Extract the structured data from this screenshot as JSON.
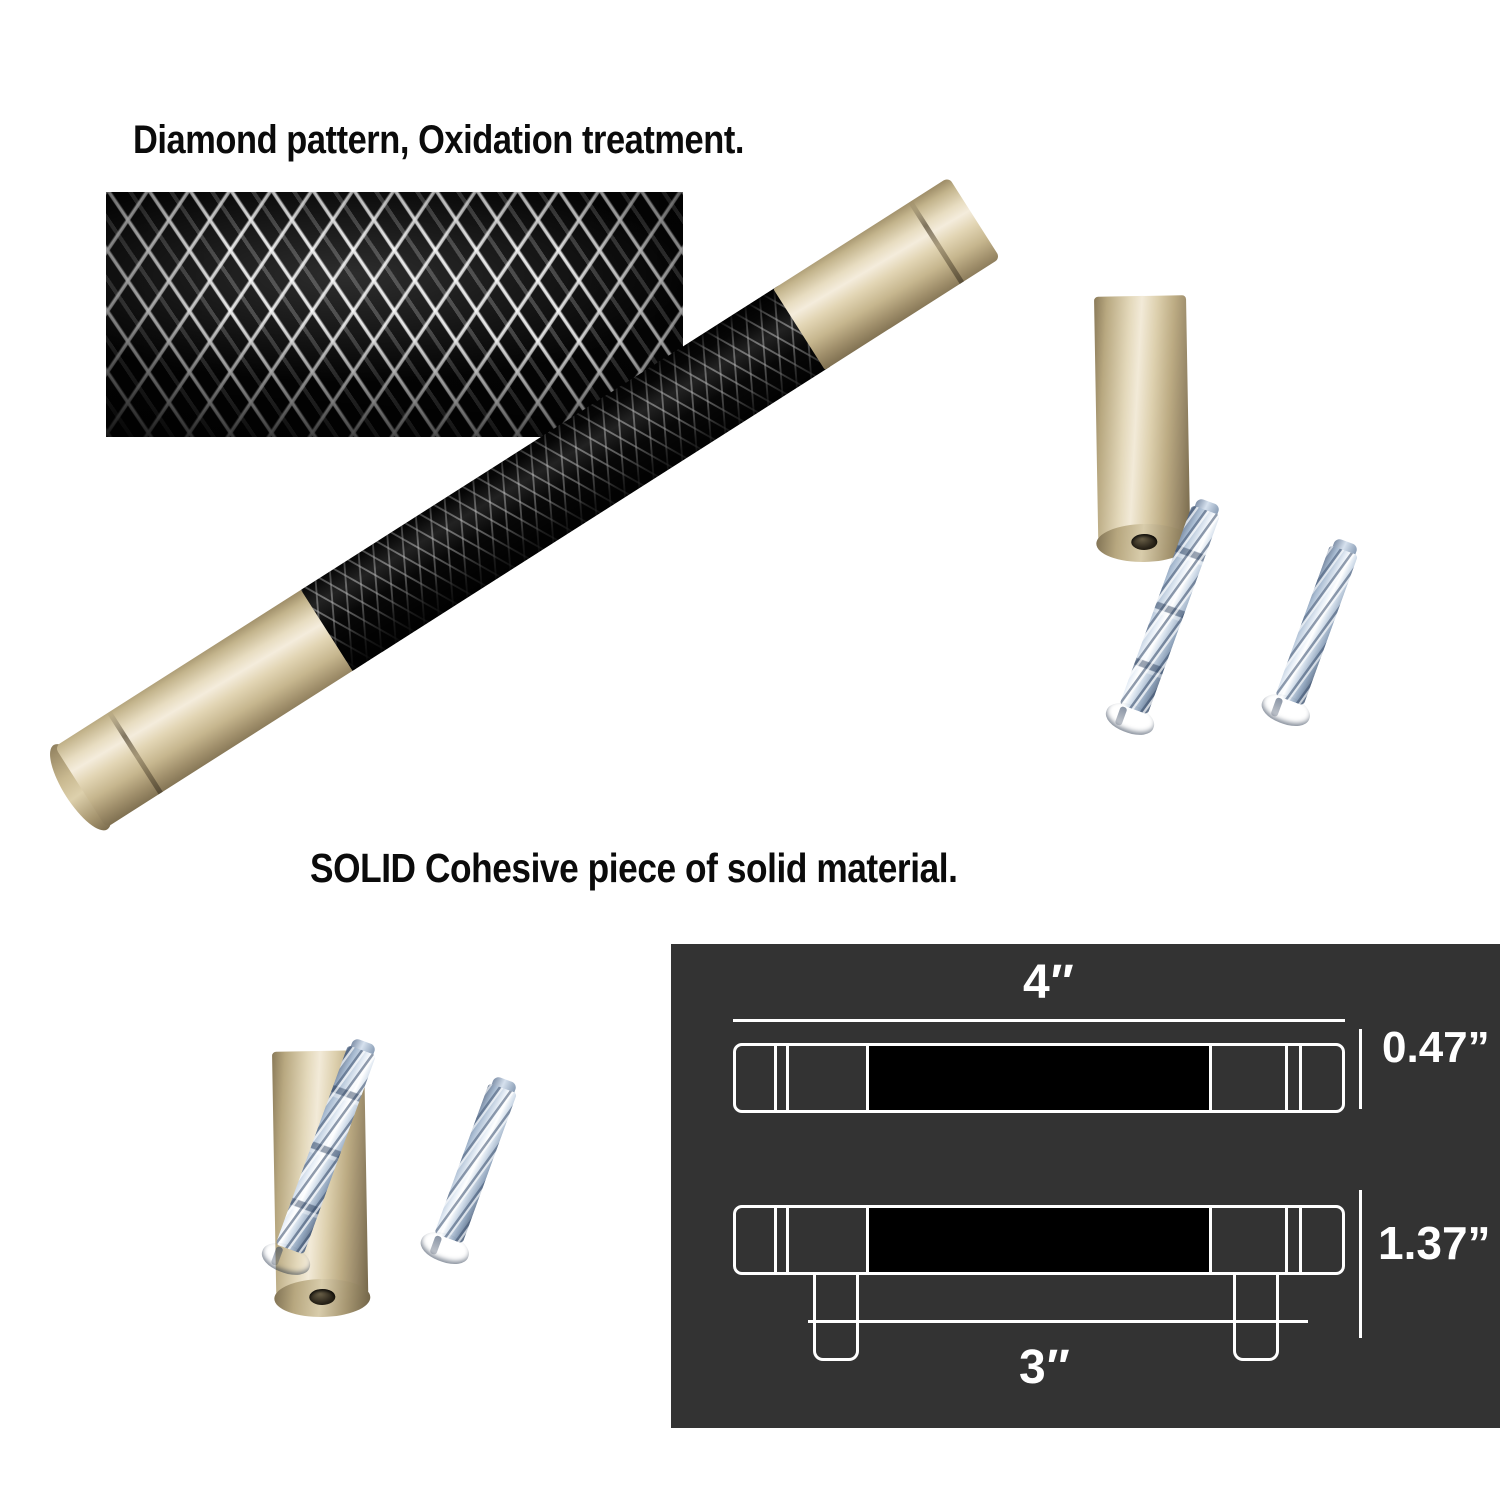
{
  "product": {
    "name": "knurled-t-bar-cabinet-pull",
    "finish_colors": {
      "brass_gold": "#d8cba6",
      "brass_highlight": "#f4ecdc",
      "brass_shadow": "#7e6f50",
      "knurled_black": "#090909",
      "screw_zinc": "#c9d7e6",
      "panel_background": "#333333",
      "panel_line": "#ffffff",
      "text_black": "#0b0b0b"
    }
  },
  "headings": {
    "texture": "Diamond pattern, Oxidation treatment.",
    "solid": "SOLID  Cohesive piece of solid material."
  },
  "texture_inset": {
    "caption_ref": "Diamond pattern, Oxidation treatment.",
    "description": "diamond-knurled-black-surface-macro"
  },
  "handle": {
    "parts": [
      "gold-end-cap-left",
      "gold-shaft-left",
      "black-knurled-grip",
      "gold-shaft-right",
      "gold-end-cap-right",
      "gold-mounting-post-top",
      "gold-mounting-post-bottom"
    ]
  },
  "screws": {
    "groups": [
      {
        "name": "screw-pair-top-right",
        "items": [
          {
            "name": "long-breakaway-screw",
            "type": "segmented-machine-screw"
          },
          {
            "name": "short-machine-screw",
            "type": "machine-screw"
          }
        ]
      },
      {
        "name": "screw-pair-bottom-left",
        "items": [
          {
            "name": "long-breakaway-screw",
            "type": "segmented-machine-screw"
          },
          {
            "name": "short-machine-screw",
            "type": "machine-screw"
          }
        ]
      }
    ]
  },
  "dimension_panel": {
    "background": "#333333",
    "views": [
      {
        "name": "front-view",
        "label": "top-profile"
      },
      {
        "name": "side-view",
        "label": "side-profile-with-posts"
      }
    ],
    "measurements": {
      "overall_length": "4″",
      "center_to_center": "3″",
      "bar_diameter": "0.47”",
      "projection_height": "1.37”"
    }
  }
}
